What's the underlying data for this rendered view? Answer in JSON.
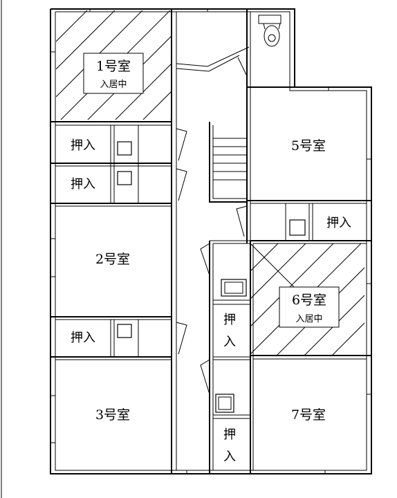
{
  "rooms": {
    "room1": {
      "name": "1号室",
      "status": "入居中"
    },
    "room2": {
      "name": "2号室"
    },
    "room3": {
      "name": "3号室"
    },
    "room5": {
      "name": "5号室"
    },
    "room6": {
      "name": "6号室",
      "status": "入居中"
    },
    "room7": {
      "name": "7号室"
    }
  },
  "closets": {
    "label": "押入",
    "vertical_a": "押",
    "vertical_b": "入"
  },
  "icons": {
    "toilet": "toilet-icon",
    "stairs": "staircase-icon",
    "sink": "sink-icon"
  },
  "occupied_hatch": "diagonal-lines"
}
